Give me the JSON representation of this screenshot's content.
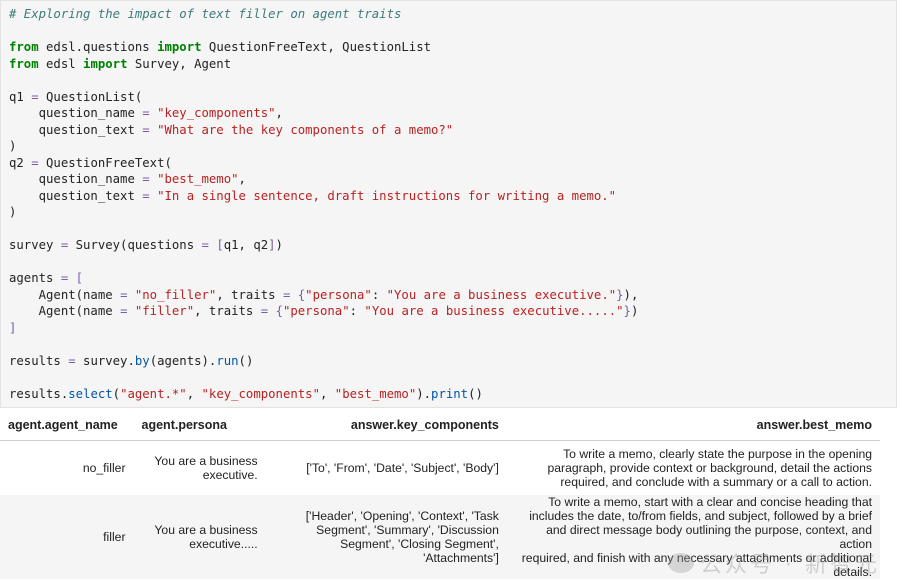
{
  "code_cell": {
    "lines": [
      [
        {
          "t": "# Exploring the impact of text filler on agent traits",
          "k": "com"
        }
      ],
      [],
      [
        {
          "t": "from",
          "k": "kw"
        },
        {
          "t": " edsl.questions ",
          "k": "pl"
        },
        {
          "t": "import",
          "k": "kw"
        },
        {
          "t": " QuestionFreeText, QuestionList",
          "k": "pl"
        }
      ],
      [
        {
          "t": "from",
          "k": "kw"
        },
        {
          "t": " edsl ",
          "k": "pl"
        },
        {
          "t": "import",
          "k": "kw"
        },
        {
          "t": " Survey, Agent",
          "k": "pl"
        }
      ],
      [],
      [
        {
          "t": "q1 ",
          "k": "pl"
        },
        {
          "t": "=",
          "k": "op"
        },
        {
          "t": " QuestionList(",
          "k": "pl"
        }
      ],
      [
        {
          "t": "    question_name ",
          "k": "pl"
        },
        {
          "t": "=",
          "k": "op"
        },
        {
          "t": " ",
          "k": "pl"
        },
        {
          "t": "\"key_components\"",
          "k": "str"
        },
        {
          "t": ",",
          "k": "pl"
        }
      ],
      [
        {
          "t": "    question_text ",
          "k": "pl"
        },
        {
          "t": "=",
          "k": "op"
        },
        {
          "t": " ",
          "k": "pl"
        },
        {
          "t": "\"What are the key components of a memo?\"",
          "k": "str"
        }
      ],
      [
        {
          "t": ")",
          "k": "pl"
        }
      ],
      [
        {
          "t": "q2 ",
          "k": "pl"
        },
        {
          "t": "=",
          "k": "op"
        },
        {
          "t": " QuestionFreeText(",
          "k": "pl"
        }
      ],
      [
        {
          "t": "    question_name ",
          "k": "pl"
        },
        {
          "t": "=",
          "k": "op"
        },
        {
          "t": " ",
          "k": "pl"
        },
        {
          "t": "\"best_memo\"",
          "k": "str"
        },
        {
          "t": ",",
          "k": "pl"
        }
      ],
      [
        {
          "t": "    question_text ",
          "k": "pl"
        },
        {
          "t": "=",
          "k": "op"
        },
        {
          "t": " ",
          "k": "pl"
        },
        {
          "t": "\"In a single sentence, draft instructions for writing a memo.\"",
          "k": "str"
        }
      ],
      [
        {
          "t": ")",
          "k": "pl"
        }
      ],
      [],
      [
        {
          "t": "survey ",
          "k": "pl"
        },
        {
          "t": "=",
          "k": "op"
        },
        {
          "t": " Survey(questions ",
          "k": "pl"
        },
        {
          "t": "=",
          "k": "op"
        },
        {
          "t": " ",
          "k": "pl"
        },
        {
          "t": "[",
          "k": "op"
        },
        {
          "t": "q1, q2",
          "k": "pl"
        },
        {
          "t": "]",
          "k": "op"
        },
        {
          "t": ")",
          "k": "pl"
        }
      ],
      [],
      [
        {
          "t": "agents ",
          "k": "pl"
        },
        {
          "t": "=",
          "k": "op"
        },
        {
          "t": " ",
          "k": "pl"
        },
        {
          "t": "[",
          "k": "op"
        }
      ],
      [
        {
          "t": "    Agent(name ",
          "k": "pl"
        },
        {
          "t": "=",
          "k": "op"
        },
        {
          "t": " ",
          "k": "pl"
        },
        {
          "t": "\"no_filler\"",
          "k": "str"
        },
        {
          "t": ", traits ",
          "k": "pl"
        },
        {
          "t": "=",
          "k": "op"
        },
        {
          "t": " ",
          "k": "pl"
        },
        {
          "t": "{",
          "k": "op"
        },
        {
          "t": "\"persona\"",
          "k": "str"
        },
        {
          "t": ": ",
          "k": "pl"
        },
        {
          "t": "\"You are a business executive.\"",
          "k": "str"
        },
        {
          "t": "}",
          "k": "op"
        },
        {
          "t": "),",
          "k": "pl"
        }
      ],
      [
        {
          "t": "    Agent(name ",
          "k": "pl"
        },
        {
          "t": "=",
          "k": "op"
        },
        {
          "t": " ",
          "k": "pl"
        },
        {
          "t": "\"filler\"",
          "k": "str"
        },
        {
          "t": ", traits ",
          "k": "pl"
        },
        {
          "t": "=",
          "k": "op"
        },
        {
          "t": " ",
          "k": "pl"
        },
        {
          "t": "{",
          "k": "op"
        },
        {
          "t": "\"persona\"",
          "k": "str"
        },
        {
          "t": ": ",
          "k": "pl"
        },
        {
          "t": "\"You are a business executive.....\"",
          "k": "str"
        },
        {
          "t": "}",
          "k": "op"
        },
        {
          "t": ")",
          "k": "pl"
        }
      ],
      [
        {
          "t": "]",
          "k": "op"
        }
      ],
      [],
      [
        {
          "t": "results ",
          "k": "pl"
        },
        {
          "t": "=",
          "k": "op"
        },
        {
          "t": " survey.",
          "k": "pl"
        },
        {
          "t": "by",
          "k": "fn"
        },
        {
          "t": "(agents).",
          "k": "pl"
        },
        {
          "t": "run",
          "k": "fn"
        },
        {
          "t": "()",
          "k": "pl"
        }
      ],
      [],
      [
        {
          "t": "results.",
          "k": "pl"
        },
        {
          "t": "select",
          "k": "fn"
        },
        {
          "t": "(",
          "k": "pl"
        },
        {
          "t": "\"agent.*\"",
          "k": "str"
        },
        {
          "t": ", ",
          "k": "pl"
        },
        {
          "t": "\"key_components\"",
          "k": "str"
        },
        {
          "t": ", ",
          "k": "pl"
        },
        {
          "t": "\"best_memo\"",
          "k": "str"
        },
        {
          "t": ").",
          "k": "pl"
        },
        {
          "t": "print",
          "k": "fn"
        },
        {
          "t": "()",
          "k": "pl"
        }
      ]
    ]
  },
  "output_table": {
    "headers": [
      "agent.agent_name",
      "agent.persona",
      "answer.key_components",
      "answer.best_memo"
    ],
    "rows": [
      {
        "agent_name": "no_filler",
        "persona": [
          "You are a business",
          "executive."
        ],
        "key_components": [
          "['To', 'From', 'Date', 'Subject', 'Body']"
        ],
        "best_memo": [
          "To write a memo, clearly state the purpose in the opening",
          "paragraph, provide context or background, detail the actions",
          "required, and conclude with a summary or a call to action."
        ]
      },
      {
        "agent_name": "filler",
        "persona": [
          "You are a business",
          "executive....."
        ],
        "key_components": [
          "['Header', 'Opening', 'Context', 'Task",
          "Segment', 'Summary', 'Discussion",
          "Segment', 'Closing Segment',",
          "'Attachments']"
        ],
        "best_memo": [
          "To write a memo, start with a clear and concise heading that",
          "includes the date, to/from fields, and subject, followed by a brief",
          "and direct message body outlining the purpose, context, and action",
          "required, and finish with any necessary attachments or additional",
          "details."
        ]
      }
    ]
  },
  "watermark": {
    "text": "公众号 · 新智元"
  }
}
